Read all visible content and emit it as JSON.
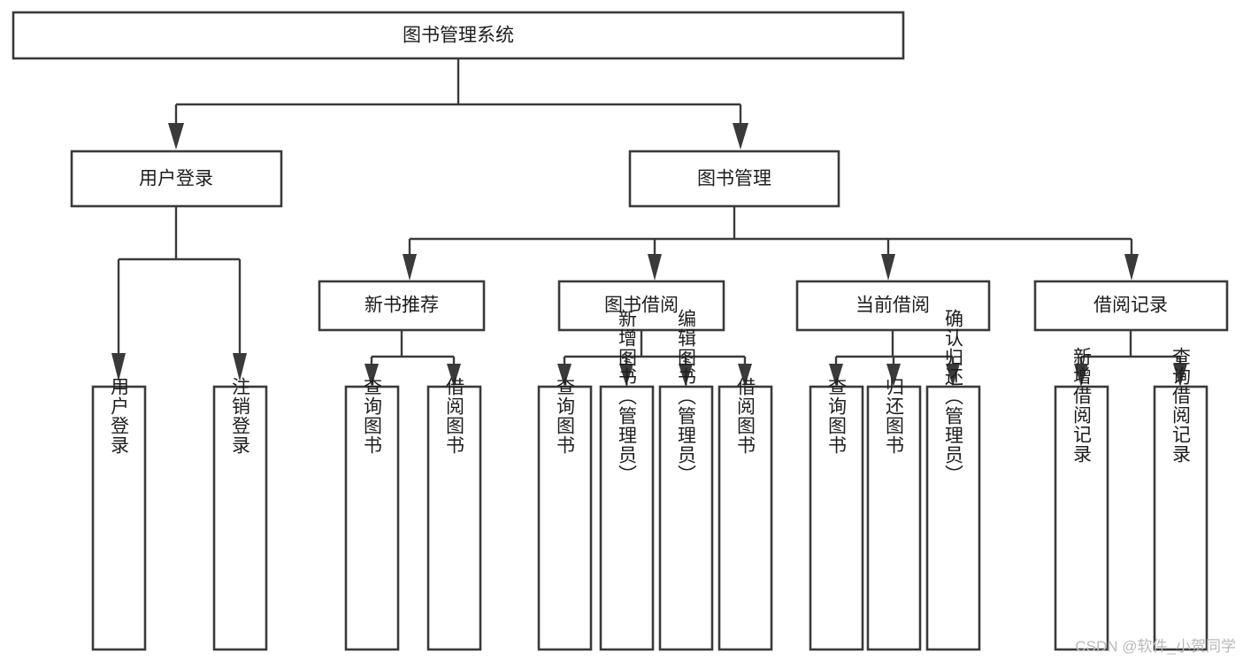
{
  "diagram": {
    "type": "tree-hierarchy",
    "title": "图书管理系统",
    "root": {
      "id": "root",
      "label": "图书管理系统",
      "orientation": "horizontal"
    },
    "level2": [
      {
        "id": "user-login",
        "label": "用户登录",
        "orientation": "horizontal"
      },
      {
        "id": "book-manage",
        "label": "图书管理",
        "orientation": "horizontal"
      }
    ],
    "level3": [
      {
        "id": "new-book-rec",
        "label": "新书推荐",
        "orientation": "horizontal",
        "parent": "book-manage"
      },
      {
        "id": "book-borrow",
        "label": "图书借阅",
        "orientation": "horizontal",
        "parent": "book-manage"
      },
      {
        "id": "current-borrow",
        "label": "当前借阅",
        "orientation": "horizontal",
        "parent": "book-manage"
      },
      {
        "id": "borrow-record",
        "label": "借阅记录",
        "orientation": "horizontal",
        "parent": "book-manage"
      }
    ],
    "leaves": [
      {
        "id": "leaf-user-login",
        "label": "用户登录",
        "parent": "user-login",
        "orientation": "vertical"
      },
      {
        "id": "leaf-logout",
        "label": "注销登录",
        "parent": "user-login",
        "orientation": "vertical"
      },
      {
        "id": "leaf-query-book-1",
        "label": "查询图书",
        "parent": "new-book-rec",
        "orientation": "vertical"
      },
      {
        "id": "leaf-borrow-book-1",
        "label": "借阅图书",
        "parent": "new-book-rec",
        "orientation": "vertical"
      },
      {
        "id": "leaf-query-book-2",
        "label": "查询图书",
        "parent": "book-borrow",
        "orientation": "vertical"
      },
      {
        "id": "leaf-add-book",
        "label": "新增图书（管理员）",
        "parent": "book-borrow",
        "orientation": "vertical"
      },
      {
        "id": "leaf-edit-book",
        "label": "编辑图书（管理员）",
        "parent": "book-borrow",
        "orientation": "vertical"
      },
      {
        "id": "leaf-borrow-book-2",
        "label": "借阅图书",
        "parent": "book-borrow",
        "orientation": "vertical"
      },
      {
        "id": "leaf-query-book-3",
        "label": "查询图书",
        "parent": "current-borrow",
        "orientation": "vertical"
      },
      {
        "id": "leaf-return-book",
        "label": "归还图书",
        "parent": "current-borrow",
        "orientation": "vertical"
      },
      {
        "id": "leaf-confirm-return",
        "label": "确认归还（管理员）",
        "parent": "current-borrow",
        "orientation": "vertical"
      },
      {
        "id": "leaf-add-record",
        "label": "新增借阅记录",
        "parent": "borrow-record",
        "orientation": "vertical"
      },
      {
        "id": "leaf-query-record",
        "label": "查询借阅记录",
        "parent": "borrow-record",
        "orientation": "vertical"
      }
    ],
    "colors": {
      "stroke": "#3a3a3a",
      "fill": "#ffffff",
      "text": "#1d1d1d",
      "watermark": "#b9b9b9"
    }
  },
  "watermark": {
    "text": "CSDN @软件_小贺同学"
  }
}
